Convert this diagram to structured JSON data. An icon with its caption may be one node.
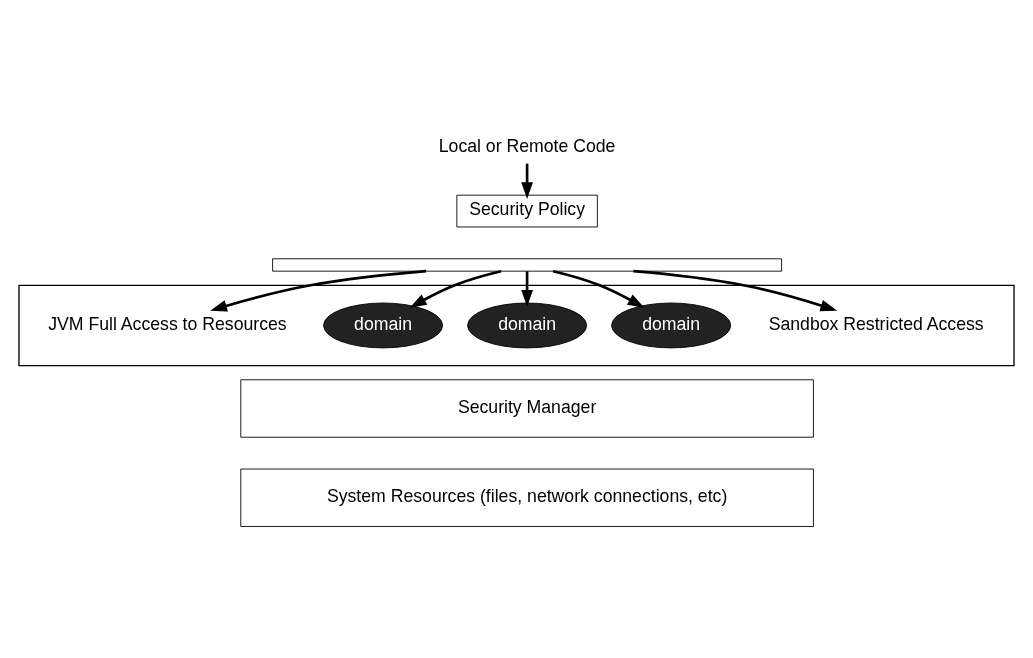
{
  "diagram": {
    "nodes": [
      {
        "text": [
          "Local or Remote Code"
        ]
      },
      {
        "text": [
          "Security Policy"
        ]
      },
      {
        "text": [],
        "shape": "bar"
      },
      {
        "text": [],
        "shape": "box"
      },
      {
        "text": [
          "JVM Full Access to Resources"
        ],
        "in": 3
      },
      {
        "text": [
          "domain"
        ],
        "in": 3
      },
      {
        "text": [
          "domain"
        ],
        "in": 3
      },
      {
        "text": [
          "domain"
        ],
        "in": 3
      },
      {
        "text": [
          "Sandbox Restricted Access"
        ],
        "in": 3
      },
      {
        "text": [
          "Security Manager"
        ]
      },
      {
        "text": [
          "System Resources (files, network connections, etc)"
        ]
      }
    ],
    "edges": [
      {
        "from": 0,
        "to": 1,
        "arrow": "to"
      },
      {
        "from": 2,
        "to": 4,
        "arrow": "to"
      },
      {
        "from": 2,
        "to": 5,
        "arrow": "to"
      },
      {
        "from": 2,
        "to": 6,
        "arrow": "to"
      },
      {
        "from": 2,
        "to": 7,
        "arrow": "to"
      },
      {
        "from": 2,
        "to": 8,
        "arrow": "to"
      }
    ]
  }
}
